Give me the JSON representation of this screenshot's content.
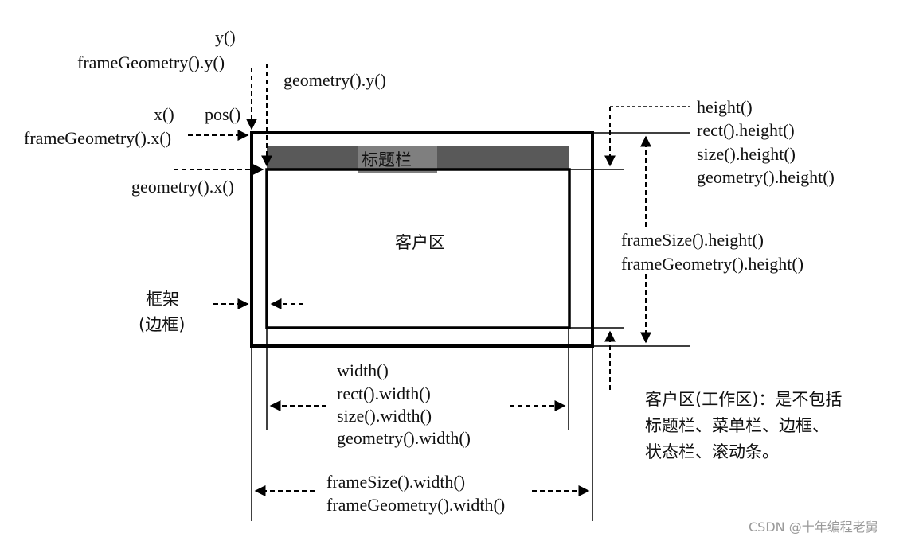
{
  "labels": {
    "y": "y()",
    "frame_geometry_y": "frameGeometry().y()",
    "geometry_y": "geometry().y()",
    "x": "x()",
    "pos": "pos()",
    "frame_geometry_x": "frameGeometry().x()",
    "geometry_x": "geometry().x()",
    "title_bar": "标题栏",
    "client_area": "客户区",
    "frame_line1": "框架",
    "frame_line2": "(边框)",
    "height_list": [
      "height()",
      "rect().height()",
      "size().height()",
      "geometry().height()"
    ],
    "frame_height_list": [
      "frameSize().height()",
      "frameGeometry().height()"
    ],
    "width_list": [
      "width()",
      "rect().width()",
      "size().width()",
      "geometry().width()"
    ],
    "frame_width_list": [
      "frameSize().width()",
      "frameGeometry().width()"
    ],
    "note_lines": [
      "客户区(工作区)：是不包括",
      "标题栏、菜单栏、边框、",
      "状态栏、滚动条。"
    ]
  },
  "watermark": "CSDN @十年编程老舅",
  "colors": {
    "line": "#000000",
    "title_bar_fill": "#595959",
    "title_label_bg": "#7f7f7f"
  }
}
